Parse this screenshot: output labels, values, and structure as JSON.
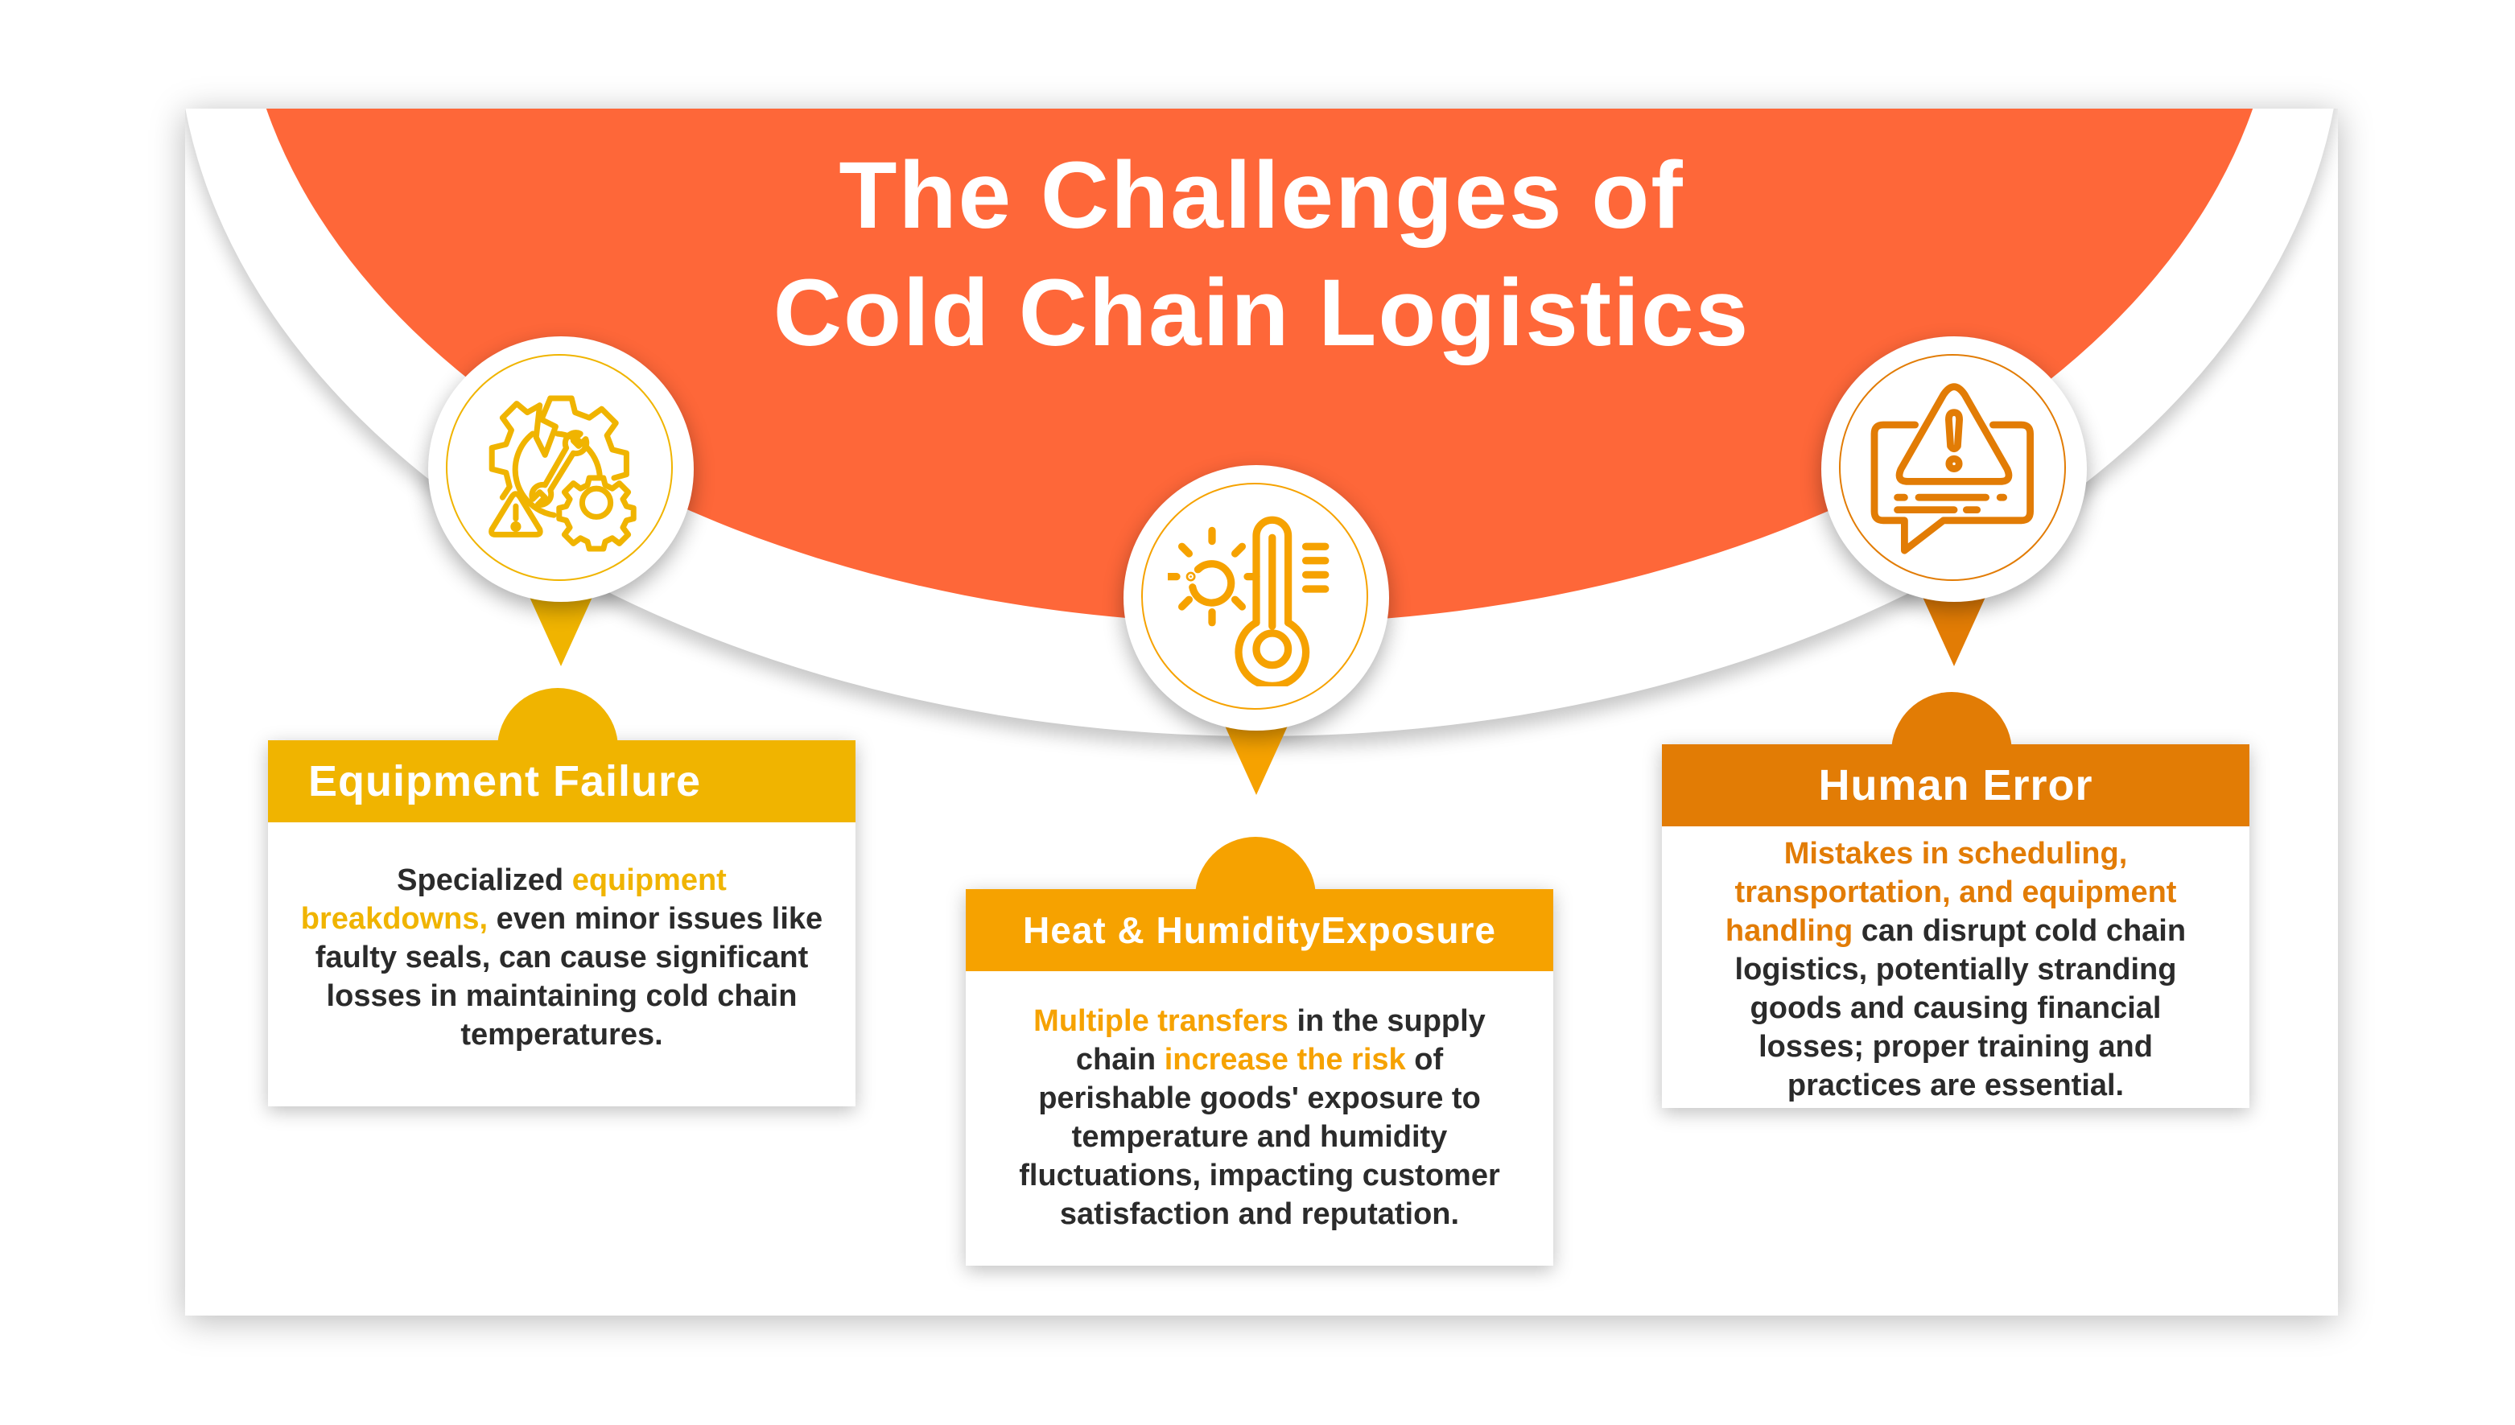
{
  "title": {
    "line1": "The Challenges of",
    "line2": "Cold Chain Logistics"
  },
  "colors": {
    "title_banner": "#fe6739",
    "equipment": "#f0b400",
    "heat": "#f6a200",
    "human": "#e27c05",
    "body_text": "#2b2b2b"
  },
  "challenges": [
    {
      "icon": "broken-gear-wrench-warning-icon",
      "heading": "Equipment Failure",
      "body": {
        "pre": "Specialized ",
        "highlight": "equipment breakdowns,",
        "post": " even minor issues like faulty seals, can cause significant losses in maintaining cold chain temperatures."
      }
    },
    {
      "icon": "sun-thermometer-icon",
      "heading": "Heat & HumidityExposure",
      "body": {
        "highlight1": "Multiple transfers",
        "mid": " in the supply chain ",
        "highlight2": "increase the risk",
        "post": " of perishable goods' exposure to temperature and humidity fluctuations, impacting customer satisfaction and reputation."
      }
    },
    {
      "icon": "warning-speech-bubble-icon",
      "heading": "Human Error",
      "body": {
        "highlight": "Mistakes in scheduling, transportation, and equipment handling",
        "post": " can disrupt cold chain logistics, potentially stranding goods and causing financial losses; proper training and practices are essential."
      }
    }
  ]
}
